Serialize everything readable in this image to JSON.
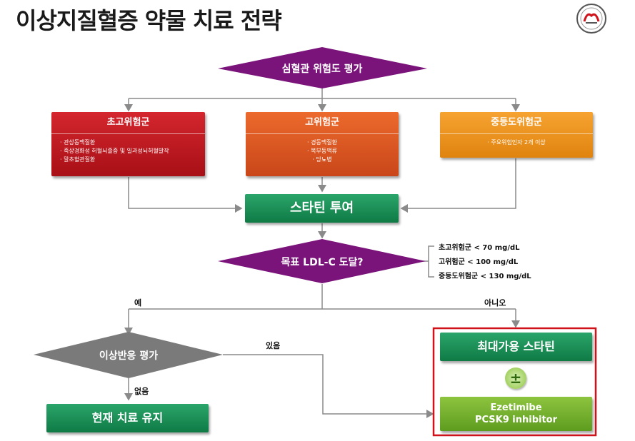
{
  "title": "이상지질혈증 약물 치료 전략",
  "logo_icon": "society-logo",
  "assess": {
    "label": "심혈관 위험도 평가"
  },
  "groups": [
    {
      "title": "초고위험군",
      "color": "#c8171f",
      "items": [
        "관상동맥질환",
        "죽상경화성 허혈뇌졸중 및 일과성뇌허혈발작",
        "말초혈관질환"
      ]
    },
    {
      "title": "고위험군",
      "color": "#e0531c",
      "items": [
        "경동맥질환",
        "복부동맥류",
        "당뇨병"
      ]
    },
    {
      "title": "중등도위험군",
      "color": "#f0901a",
      "items": [
        "주요위험인자 2개 이상"
      ]
    }
  ],
  "statin": {
    "label": "스타틴 투여"
  },
  "goal": {
    "label": "목표 LDL-C 도달?"
  },
  "criteria": [
    "초고위험군 < 70 mg/dL",
    "고위험군 < 100 mg/dL",
    "중등도위험군 < 130 mg/dL"
  ],
  "yes_label": "예",
  "no_label": "아니오",
  "adverse": {
    "label": "이상반응 평가"
  },
  "present_label": "있음",
  "absent_label": "없음",
  "maintain": {
    "label": "현재 치료 유지"
  },
  "max_statin": {
    "label": "최대가용 스타틴"
  },
  "plus_minus": "±",
  "addon": {
    "line1": "Ezetimibe",
    "line2": "PCSK9 inhibitor"
  },
  "colors": {
    "purple": "#7a137a",
    "gray": "#7a7a7a",
    "green": "#138a50",
    "highlight": "#d0121b",
    "arrow": "#8a8a8a"
  }
}
